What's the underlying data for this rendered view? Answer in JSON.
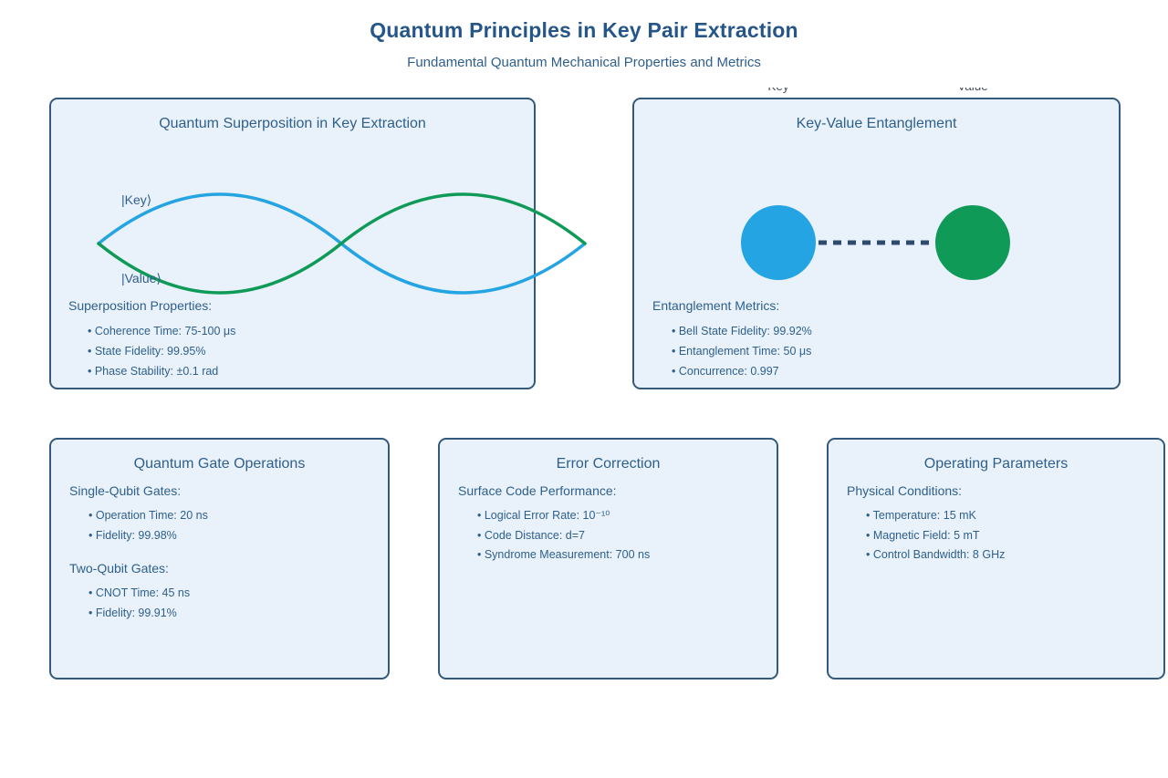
{
  "page": {
    "title": "Quantum Principles in Key Pair Extraction",
    "subtitle": "Fundamental Quantum Mechanical Properties and Metrics"
  },
  "colors": {
    "key_blue": "#24a4e2",
    "value_green": "#0f9a58",
    "bond_navy": "#2c4a70",
    "panel_bg": "#e9f2fa",
    "panel_border": "#33597c",
    "heading_navy": "#255689",
    "text_navy": "#2e5f8c"
  },
  "superposition_panel": {
    "title": "Quantum Superposition in Key Extraction",
    "key_label": "|Key⟩",
    "value_label": "|Value⟩",
    "section": "Superposition Properties:",
    "bullets": [
      "• Coherence Time: 75-100 μs",
      "• State Fidelity: 99.95%",
      "• Phase Stability: ±0.1 rad"
    ]
  },
  "entanglement_panel": {
    "title": "Key-Value Entanglement",
    "clipped_key_label": "Key",
    "clipped_value_label": "Value",
    "section": "Entanglement Metrics:",
    "bullets": [
      "• Bell State Fidelity: 99.92%",
      "• Entanglement Time: 50 μs",
      "• Concurrence: 0.997"
    ]
  },
  "gates_panel": {
    "title": "Quantum Gate Operations",
    "sections": [
      {
        "heading": "Single-Qubit Gates:",
        "bullets": [
          "• Operation Time: 20 ns",
          "• Fidelity: 99.98%"
        ]
      },
      {
        "heading": "Two-Qubit Gates:",
        "bullets": [
          "• CNOT Time: 45 ns",
          "• Fidelity: 99.91%"
        ]
      }
    ]
  },
  "error_panel": {
    "title": "Error Correction",
    "section": "Surface Code Performance:",
    "bullets": [
      "• Logical Error Rate: 10⁻¹⁰",
      "• Code Distance: d=7",
      "• Syndrome Measurement: 700 ns"
    ]
  },
  "operating_panel": {
    "title": "Operating Parameters",
    "section": "Physical Conditions:",
    "bullets": [
      "• Temperature: 15 mK",
      "• Magnetic Field: 5 mT",
      "• Control Bandwidth: 8 GHz"
    ]
  }
}
